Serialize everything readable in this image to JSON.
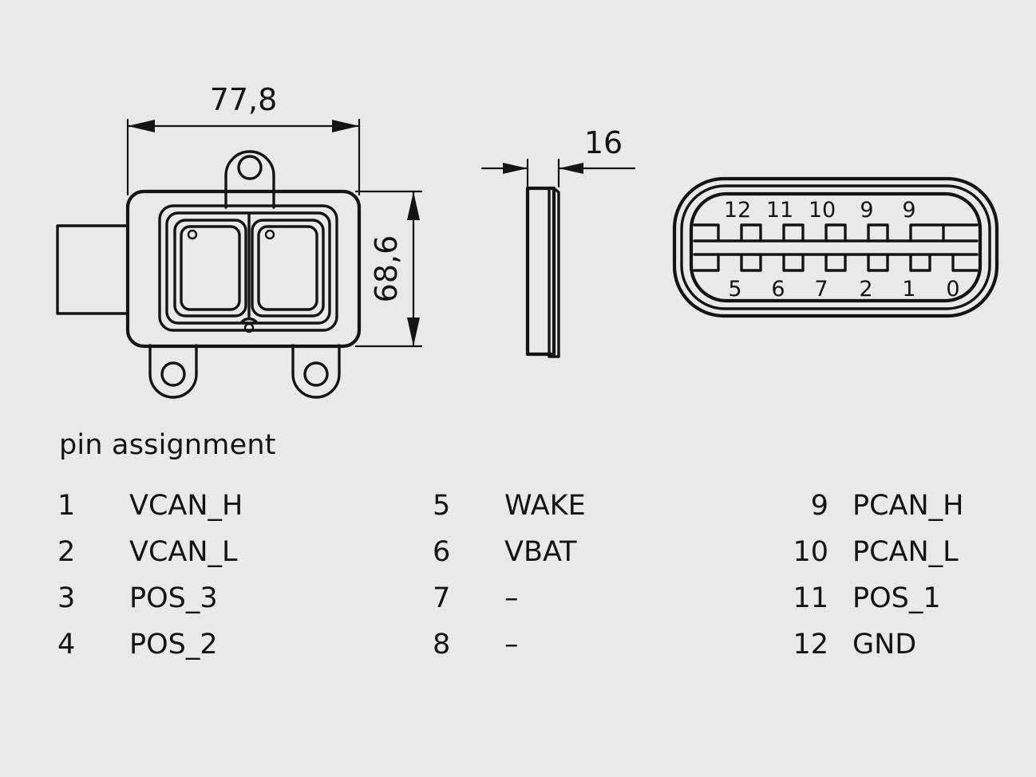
{
  "page": {
    "background_color": "#e9e9e9",
    "line_color": "#141414"
  },
  "dimensions": {
    "top_width": "77,8",
    "side_height": "68,6",
    "thickness": "16"
  },
  "views": {
    "front_view_name": "front-view",
    "side_view_name": "side-view",
    "connector_view_name": "connector-face-view"
  },
  "connector": {
    "top_row_labels": [
      "12",
      "11",
      "10",
      "9",
      "9"
    ],
    "bottom_row_labels": [
      "5",
      "6",
      "7",
      "2",
      "1",
      "0"
    ]
  },
  "pin_assignment": {
    "title": "pin assignment",
    "columns": [
      {
        "rows": [
          {
            "no": "1",
            "name": "VCAN_H"
          },
          {
            "no": "2",
            "name": "VCAN_L"
          },
          {
            "no": "3",
            "name": "POS_3"
          },
          {
            "no": "4",
            "name": "POS_2"
          }
        ]
      },
      {
        "rows": [
          {
            "no": "5",
            "name": "WAKE"
          },
          {
            "no": "6",
            "name": "VBAT"
          },
          {
            "no": "7",
            "name": "–"
          },
          {
            "no": "8",
            "name": "–"
          }
        ]
      },
      {
        "rows": [
          {
            "no": "9",
            "name": "PCAN_H"
          },
          {
            "no": "10",
            "name": "PCAN_L"
          },
          {
            "no": "11",
            "name": "POS_1"
          },
          {
            "no": "12",
            "name": "GND"
          }
        ]
      }
    ]
  }
}
